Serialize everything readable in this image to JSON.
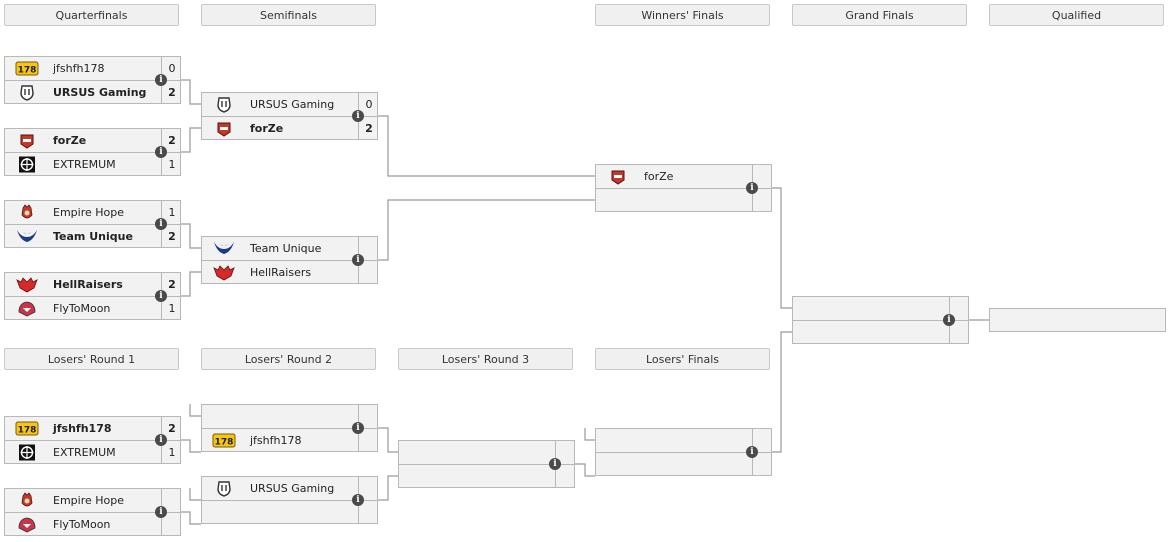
{
  "headers": {
    "quarterfinals": "Quarterfinals",
    "semifinals": "Semifinals",
    "winners_finals": "Winners' Finals",
    "grand_finals": "Grand Finals",
    "qualified": "Qualified",
    "losers_round_1": "Losers' Round 1",
    "losers_round_2": "Losers' Round 2",
    "losers_round_3": "Losers' Round 3",
    "losers_finals": "Losers' Finals"
  },
  "info_glyph": "i",
  "matches": {
    "qf1": {
      "top": {
        "name": "jfshfh178",
        "score": "0",
        "logo": "jfshfh178-logo",
        "winner": false
      },
      "bot": {
        "name": "URSUS Gaming",
        "score": "2",
        "logo": "ursus-logo",
        "winner": true
      }
    },
    "qf2": {
      "top": {
        "name": "forZe",
        "score": "2",
        "logo": "forze-logo",
        "winner": true
      },
      "bot": {
        "name": "EXTREMUM",
        "score": "1",
        "logo": "extremum-logo",
        "winner": false
      }
    },
    "qf3": {
      "top": {
        "name": "Empire Hope",
        "score": "1",
        "logo": "empire-hope-logo",
        "winner": false
      },
      "bot": {
        "name": "Team Unique",
        "score": "2",
        "logo": "team-unique-logo",
        "winner": true
      }
    },
    "qf4": {
      "top": {
        "name": "HellRaisers",
        "score": "2",
        "logo": "hellraisers-logo",
        "winner": true
      },
      "bot": {
        "name": "FlyToMoon",
        "score": "1",
        "logo": "flytomoon-logo",
        "winner": false
      }
    },
    "sf1": {
      "top": {
        "name": "URSUS Gaming",
        "score": "0",
        "logo": "ursus-logo",
        "winner": false
      },
      "bot": {
        "name": "forZe",
        "score": "2",
        "logo": "forze-logo",
        "winner": true
      }
    },
    "sf2": {
      "top": {
        "name": "Team Unique",
        "score": "",
        "logo": "team-unique-logo",
        "winner": false
      },
      "bot": {
        "name": "HellRaisers",
        "score": "",
        "logo": "hellraisers-logo",
        "winner": false
      }
    },
    "wf": {
      "top": {
        "name": "forZe",
        "score": "",
        "logo": "forze-logo",
        "winner": false
      },
      "bot": {
        "name": "",
        "score": "",
        "logo": "",
        "winner": false
      }
    },
    "gf": {
      "top": {
        "name": "",
        "score": ""
      },
      "bot": {
        "name": "",
        "score": ""
      }
    },
    "lr1a": {
      "top": {
        "name": "jfshfh178",
        "score": "2",
        "logo": "jfshfh178-logo",
        "winner": true
      },
      "bot": {
        "name": "EXTREMUM",
        "score": "1",
        "logo": "extremum-logo",
        "winner": false
      }
    },
    "lr1b": {
      "top": {
        "name": "Empire Hope",
        "score": "",
        "logo": "empire-hope-logo",
        "winner": false
      },
      "bot": {
        "name": "FlyToMoon",
        "score": "",
        "logo": "flytomoon-logo",
        "winner": false
      }
    },
    "lr2a": {
      "top": {
        "name": "",
        "score": ""
      },
      "bot": {
        "name": "jfshfh178",
        "score": "",
        "logo": "jfshfh178-logo",
        "winner": false
      }
    },
    "lr2b": {
      "top": {
        "name": "URSUS Gaming",
        "score": "",
        "logo": "ursus-logo",
        "winner": false
      },
      "bot": {
        "name": "",
        "score": ""
      }
    },
    "lr3": {
      "top": {
        "name": "",
        "score": ""
      },
      "bot": {
        "name": "",
        "score": ""
      }
    },
    "lf": {
      "top": {
        "name": "",
        "score": ""
      },
      "bot": {
        "name": "",
        "score": ""
      }
    }
  },
  "qualified_slot": {
    "name": ""
  },
  "colors": {
    "header_bg": "#f0f0f0",
    "match_bg": "#f2f2f2",
    "border": "#b8b8b8",
    "connector": "#9a9a9a",
    "info_bg": "#4a4a4a",
    "jfshfh_badge": "#f5c518",
    "forze_red": "#c0392b",
    "team_unique_blue": "#1a3a8a",
    "hellraisers_red": "#d42a2a"
  }
}
